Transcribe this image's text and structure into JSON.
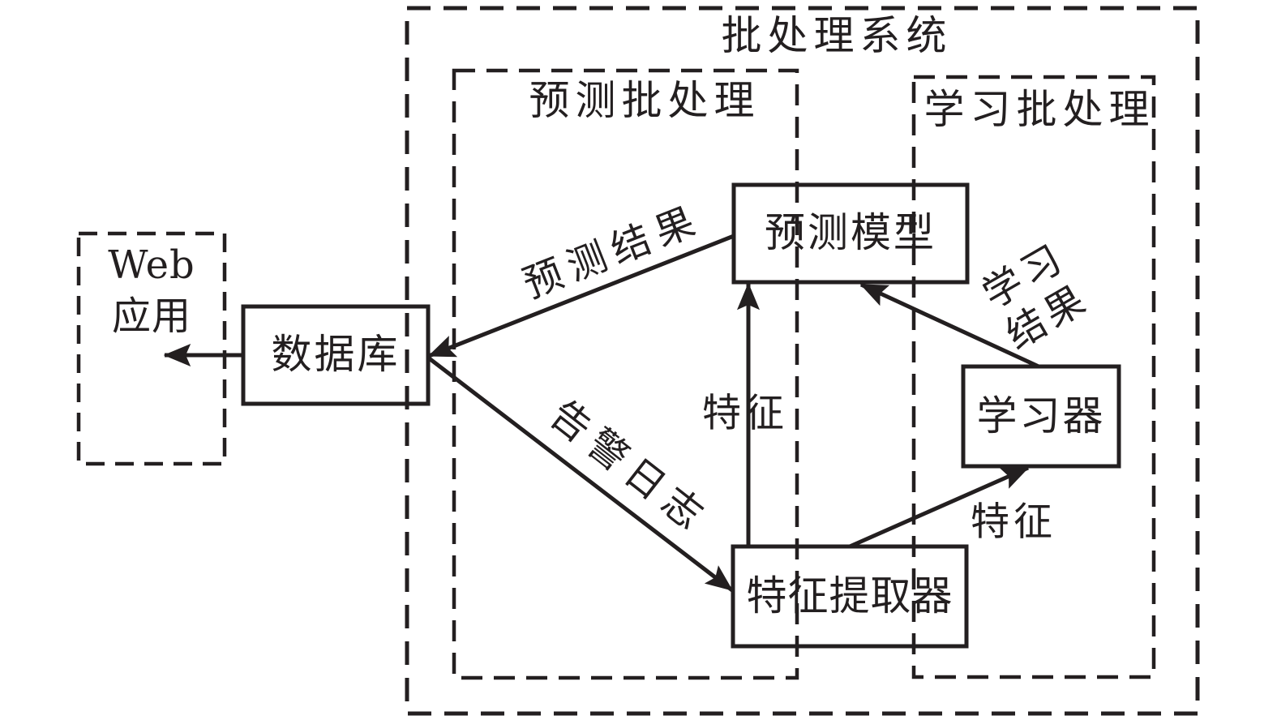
{
  "diagram": {
    "type": "architecture-flow-diagram",
    "colors": {
      "ink": "#231f20",
      "background": "#ffffff"
    },
    "outer_box": {
      "label": "批处理系统"
    },
    "groups": {
      "predict_batch": {
        "label": "预测批处理"
      },
      "learn_batch": {
        "label": "学习批处理"
      }
    },
    "nodes": {
      "web_app": {
        "label_line1": "Web",
        "label_line2": "应用"
      },
      "database": {
        "label": "数据库"
      },
      "predict_model": {
        "label": "预测模型"
      },
      "learner": {
        "label": "学习器"
      },
      "feature_extractor": {
        "label": "特征提取器"
      }
    },
    "edges": {
      "model_to_db": {
        "label": "预测结果",
        "from": "预测模型",
        "to": "数据库"
      },
      "db_to_web": {
        "label": "",
        "from": "数据库",
        "to": "Web应用"
      },
      "db_to_extractor": {
        "label": "告警日志",
        "from": "数据库",
        "to": "特征提取器"
      },
      "extractor_to_model": {
        "label": "特征",
        "from": "特征提取器",
        "to": "预测模型"
      },
      "extractor_to_learner": {
        "label": "特征",
        "from": "特征提取器",
        "to": "学习器"
      },
      "learner_to_model": {
        "label_line1": "学习",
        "label_line2": "结果",
        "from": "学习器",
        "to": "预测模型"
      }
    }
  }
}
